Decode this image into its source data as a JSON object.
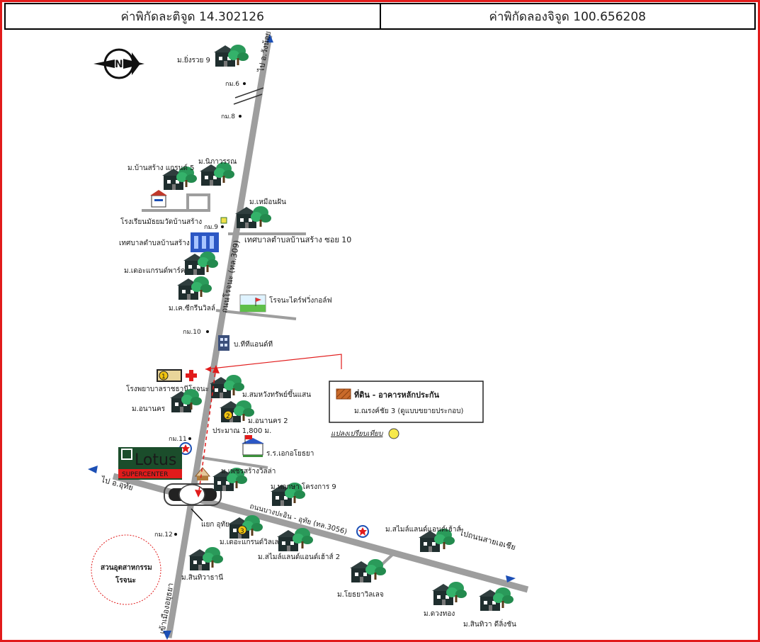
{
  "header": {
    "latitude": "ค่าพิกัดละติจูด 14.302126",
    "longitude": "ค่าพิกัดลองจิจูด 100.656208"
  },
  "compass": {
    "letter": "N"
  },
  "roads": {
    "main_north_label": "ไป อ.วังน้อย",
    "main_name": "ถนนโรจนะ (ทล.309)",
    "main_south_label": "เข้าเมืองอยุธยา",
    "cross_name": "ถนนบางปะอิน - อุทัย (ทล.3056)",
    "cross_west_label": "ไป อ.อุทัย",
    "cross_east_label": "ไปถนนสายเอเชีย",
    "soi_label": "เทศบาลตำบลบ้านสร้าง ซอย 10",
    "junction_label": "แยก อุทัย"
  },
  "km_markers": [
    "กม.6",
    "กม.8",
    "กม.9",
    "กม.10",
    "กม.11",
    "กม.12"
  ],
  "places": {
    "yingruay": "ม.ยิ่งรวย 9",
    "baan_sang_grand": "ม.บ้านสร้าง แกรนด์ 5",
    "nirawan": "ม.นิภาวรรณ",
    "school": "โรงเรียนมัธยมวัดบ้านสร้าง",
    "muean_fun": "ม.เหมือนฝัน",
    "municipality": "เทศบาลตำบลบ้านสร้าง",
    "grand_park": "ม.เดอะแกรนด์พาร์ค",
    "kc_green": "ม.เค.ซีกรีนวิลล์",
    "golf": "โรจนะไดร์ฟวิ่งกอล์ฟ",
    "company": "บ.ทีทีแอนด์ที",
    "hospital": "โรงพยาบาลราชธานีโรจนะ",
    "wang_sawang": "ม.สมหวังทรัพย์ขึ้นแสน",
    "anan": "ม.อนานคร",
    "anan2": "ม.อนานคร 2",
    "police": "ร.ร.เอกอโยธยา",
    "petch": "ม.เพชรสร้างวิลล่า",
    "pruksa": "ม.พฤกษา โครงการ 9",
    "grand_ville": "ม.เดอะแกรนด์วิลเลจ",
    "smile2": "ม.สไมล์แลนด์แอนด์เฮ้าส์ 2",
    "smile": "ม.สไมล์แลนด์แอนด์เฮ้าส์",
    "sintawi": "ม.สินทิวาธานี",
    "ayothaya": "ม.โยธยาวิลเลจ",
    "duang_thong": "ม.ดวงทอง",
    "sintawa_ding": "ม.สินทิวา ดีลิ่งชัน",
    "industrial": "สวนอุตสาหกรรม\nโรจนะ",
    "lotus": "Lotus",
    "lotus_sub": "SUPERCENTER"
  },
  "distance": "ประมาณ 1,800 ม.",
  "legend": {
    "title": "ที่ดิน - อาคารหลักประกัน",
    "subtitle": "ม.ณรงค์ชัย 3 (ดูแบบขยายประกอบ)",
    "extra": "แปลงเปรียบเทียบ"
  },
  "badges": [
    "1",
    "2",
    "3"
  ],
  "colors": {
    "road": "#9e9e9e",
    "frame": "#e11b1b",
    "pointer": "#e11b1b",
    "tree": "#2a9a5a",
    "house": "#1f2e2e",
    "legend_fill": "#c96a2a",
    "comparable_dot": "#f7e94a"
  }
}
